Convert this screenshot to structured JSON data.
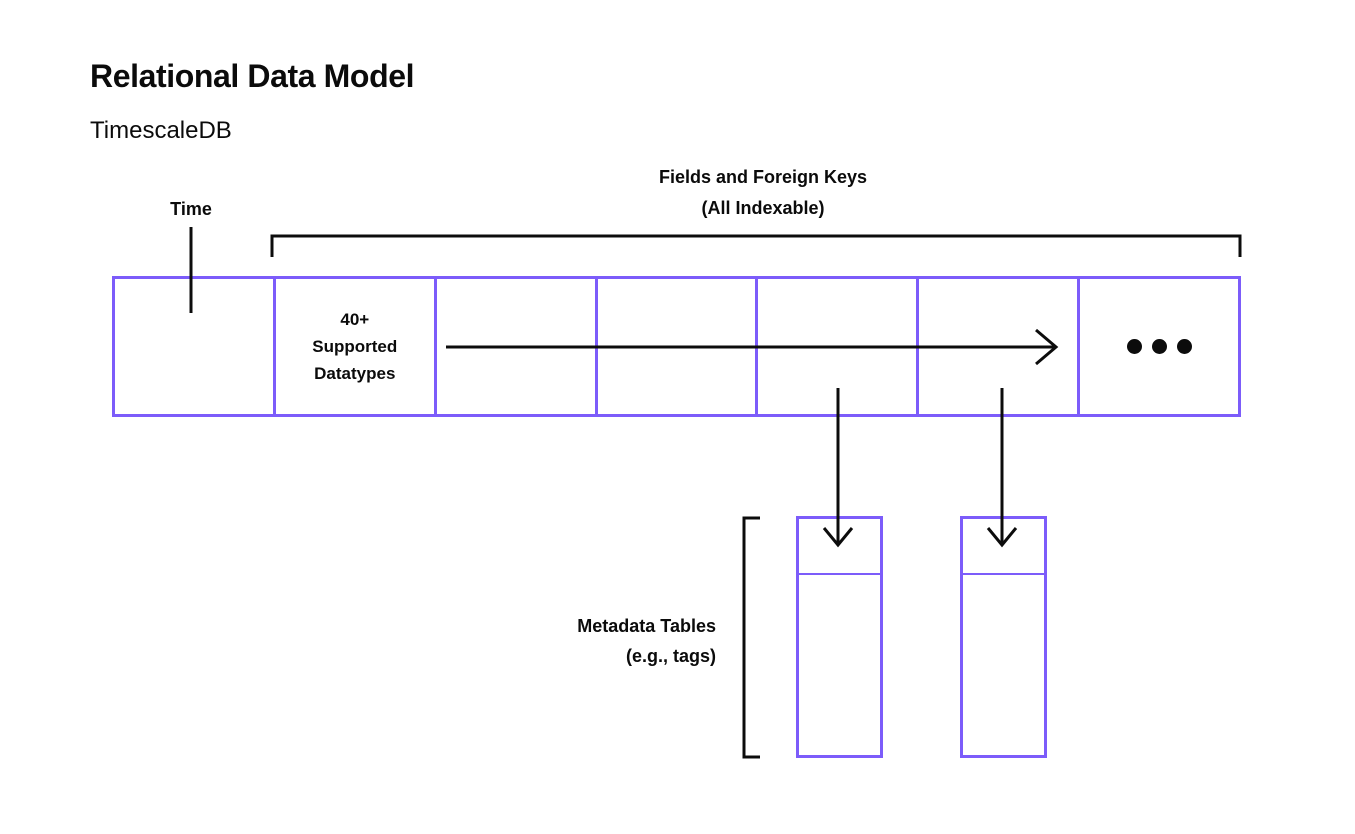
{
  "header": {
    "title": "Relational Data Model",
    "subtitle": "TimescaleDB"
  },
  "diagram": {
    "time_label": "Time",
    "fields_label_line1": "Fields and Foreign Keys",
    "fields_label_line2": "(All Indexable)",
    "row": {
      "cell_count": 7,
      "datatypes_cell": {
        "line1": "40+",
        "line2": "Supported",
        "line3": "Datatypes"
      },
      "ellipsis_icon": "ellipsis-icon"
    },
    "metadata_label_line1": "Metadata Tables",
    "metadata_label_line2": "(e.g., tags)",
    "metadata_table_count": 2
  },
  "colors": {
    "accent": "#7c5cfa",
    "ink": "#0b0b0b",
    "background": "#ffffff"
  }
}
